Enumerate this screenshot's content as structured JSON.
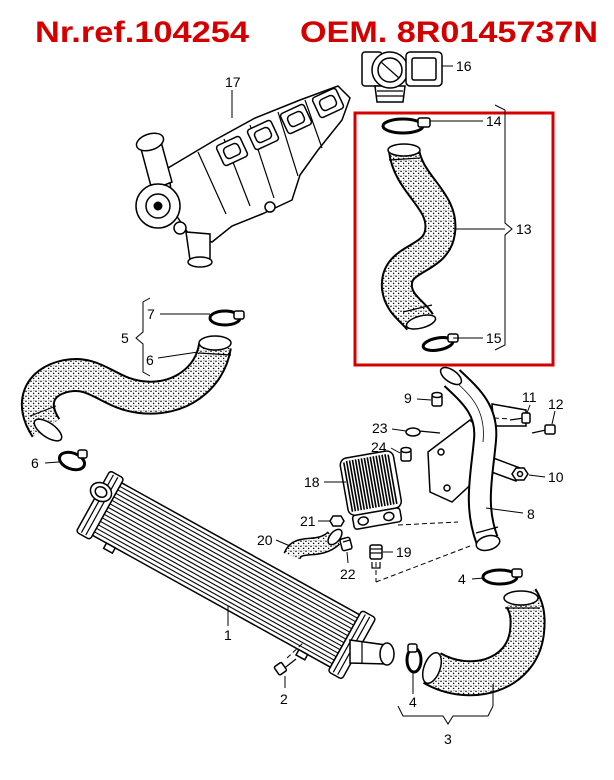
{
  "header": {
    "ref": "Nr.ref.104254",
    "oem": "OEM. 8R0145737N"
  },
  "colors": {
    "header_text": "#d40000",
    "highlight_box": "#d40000"
  },
  "callouts": {
    "n1": "1",
    "n2": "2",
    "n3": "3",
    "n4_upper": "4",
    "n4_lower": "4",
    "n5": "5",
    "n6_upper": "6",
    "n6_lower": "6",
    "n7": "7",
    "n8": "8",
    "n9": "9",
    "n10": "10",
    "n11": "11",
    "n12": "12",
    "n13": "13",
    "n14": "14",
    "n15": "15",
    "n16": "16",
    "n17": "17",
    "n18": "18",
    "n19": "19",
    "n20": "20",
    "n21": "21",
    "n22": "22",
    "n23": "23",
    "n24": "24"
  }
}
